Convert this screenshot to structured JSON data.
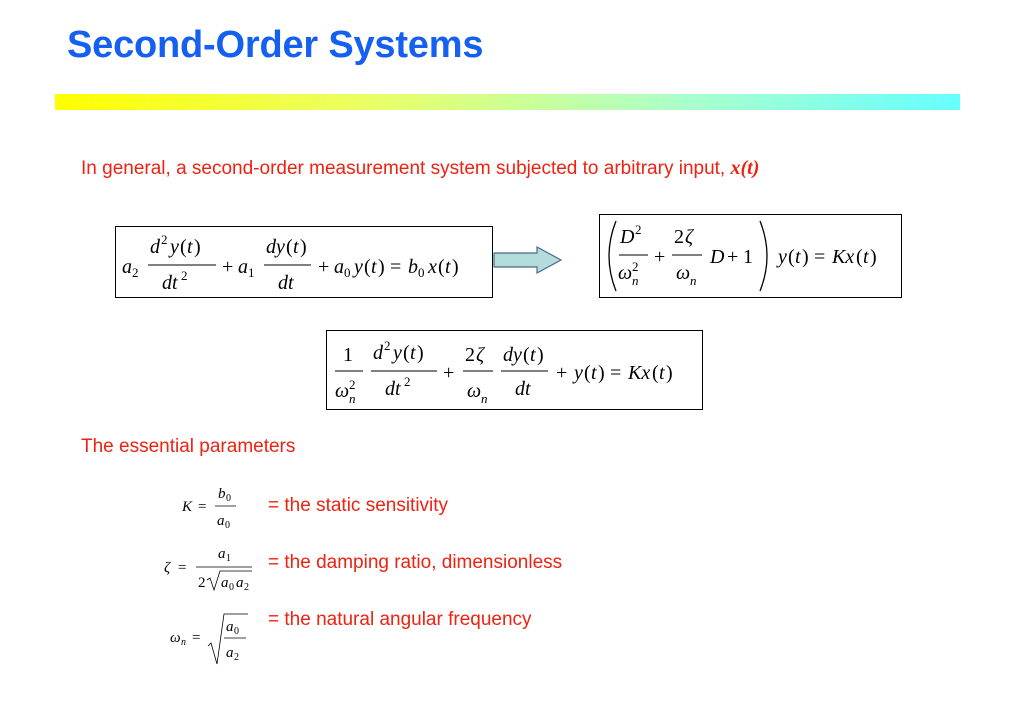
{
  "slide": {
    "title": "Second-Order Systems",
    "intro_text": "In general, a second-order measurement system subjected to arbitrary input,",
    "intro_input": "x(t)",
    "parameters_heading": "The essential parameters",
    "parameters": [
      {
        "symbol": "K",
        "description": "= the static sensitivity"
      },
      {
        "symbol": "ζ",
        "description": "= the damping ratio, dimensionless"
      },
      {
        "symbol": "ωn",
        "description": "= the natural angular frequency"
      }
    ]
  },
  "colors": {
    "title": "#1560f0",
    "text": "#ee2211",
    "arrow_fill": "#b4dcdc"
  },
  "icons": {
    "arrow": "right-arrow-icon"
  }
}
